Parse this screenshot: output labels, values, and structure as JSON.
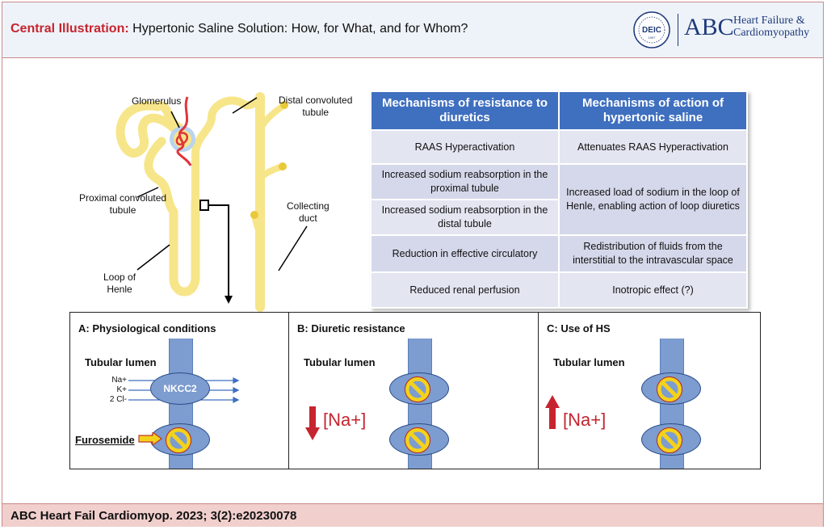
{
  "header": {
    "lead": "Central Illustration:",
    "title": "Hypertonic Saline Solution: How, for What, and for Whom?",
    "logo_seal_text": "DEIC",
    "logo_seal_year": "1997",
    "logo_brand": "ABC",
    "logo_line1": "Heart Failure &",
    "logo_line2": "Cardiomyopathy"
  },
  "nephron": {
    "glomerulus": "Glomerulus",
    "distal_line1": "Distal convoluted",
    "distal_line2": "tubule",
    "proximal_line1": "Proximal convoluted",
    "proximal_line2": "tubule",
    "collecting_line1": "Collecting",
    "collecting_line2": "duct",
    "loop_line1": "Loop of",
    "loop_line2": "Henle"
  },
  "table": {
    "headers": [
      "Mechanisms of resistance to diuretics",
      "Mechanisms of action of hypertonic saline"
    ],
    "resistance": [
      "RAAS Hyperactivation",
      "Increased sodium reabsorption in the proximal tubule",
      "Increased sodium reabsorption in the distal tubule",
      "Reduction in effective circulatory",
      "Reduced renal perfusion"
    ],
    "action": [
      "Attenuates RAAS Hyperactivation",
      "Increased load of sodium in the loop of Henle, enabling action of loop diuretics",
      "Redistribution of fluids from the interstitial to the intravascular space",
      "Inotropic effect (?)"
    ]
  },
  "panels": {
    "a": {
      "title": "A: Physiological conditions",
      "lumen": "Tubular lumen",
      "transporter": "NKCC2",
      "ions": [
        "Na+",
        "K+",
        "2 Cl-"
      ],
      "drug": "Furosemide"
    },
    "b": {
      "title": "B: Diuretic resistance",
      "lumen": "Tubular lumen",
      "sodium": "[Na+]"
    },
    "c": {
      "title": "C:  Use of HS",
      "lumen": "Tubular lumen",
      "sodium": "[Na+]"
    }
  },
  "footer": {
    "citation": "ABC Heart Fail Cardiomyop. 2023; 3(2):e20230078"
  },
  "colors": {
    "accent_red": "#c6242f",
    "header_blue": "#3f6fbf",
    "tubule_yellow": "#f7e58a",
    "lumen_blue": "#7d9ccf",
    "no_sign_yellow": "#f4d21b"
  }
}
